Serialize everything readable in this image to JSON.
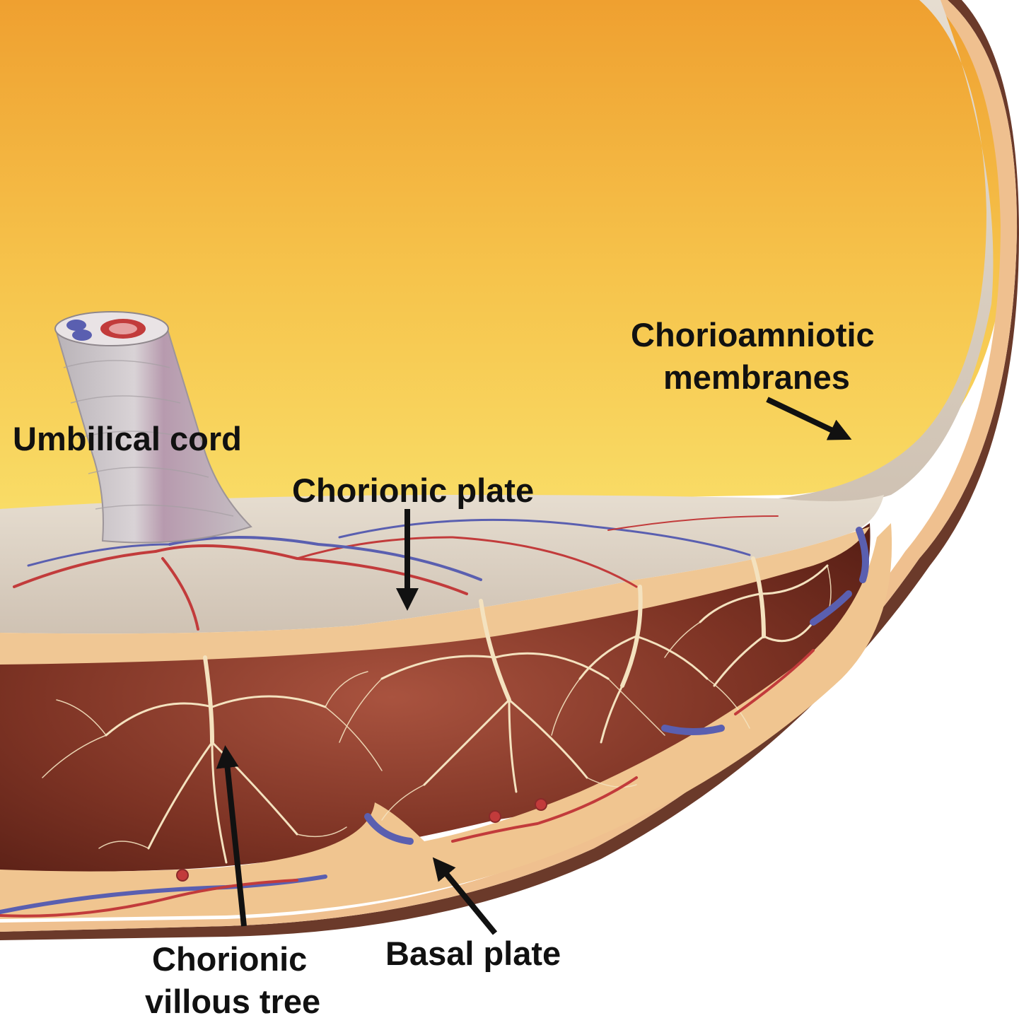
{
  "labels": {
    "umbilical_cord": "Umbilical cord",
    "chorionic_plate": "Chorionic plate",
    "chorioamniotic_line1": "Chorioamniotic",
    "chorioamniotic_line2": "membranes",
    "villous_line1": "Chorionic",
    "villous_line2": "villous tree",
    "basal_plate": "Basal plate"
  },
  "colors": {
    "amniotic_top": "#f0a635",
    "amniotic_bottom": "#f8d25a",
    "membrane": "#ddd2c4",
    "plate_tan": "#f2c9a0",
    "intervillous_dark": "#6e2a1e",
    "intervillous_mid": "#9a4a3a",
    "villi": "#f4e2bf",
    "artery": "#c23b3b",
    "vein": "#5a5fb0",
    "uterine_wall": "#6b3a2a",
    "arrow": "#111111"
  }
}
